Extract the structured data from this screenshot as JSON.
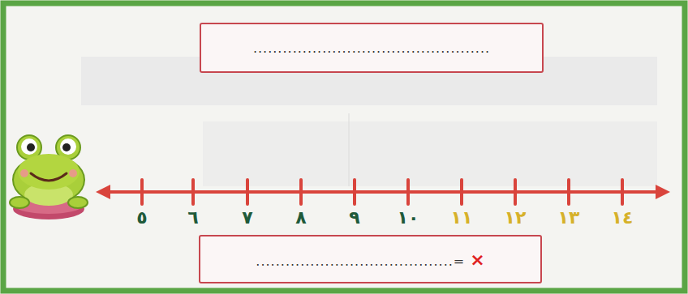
{
  "diagram": {
    "nodes": [
      {
        "text": [
          "................................................"
        ]
      },
      {
        "text": [
          "........................................=",
          "×"
        ]
      }
    ],
    "labels": [
      "٥",
      "٦",
      "٧",
      "٨",
      "٩",
      "١٠",
      "١١",
      "١٢",
      "١٣",
      "١٤"
    ]
  }
}
